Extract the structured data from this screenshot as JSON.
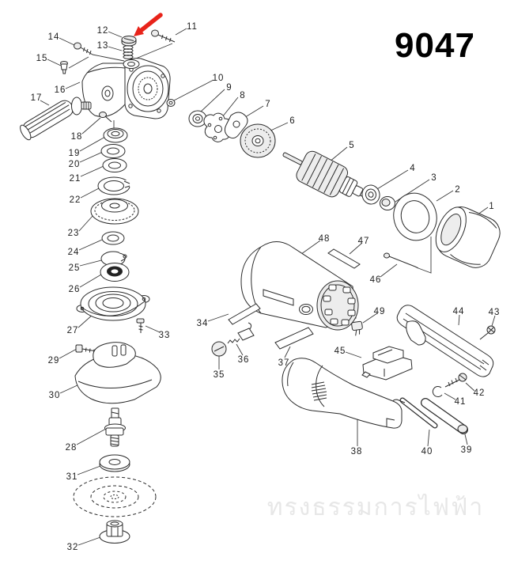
{
  "header": {
    "model": "9047"
  },
  "watermark": {
    "text": "ทรงธรรมการไฟฟ้า"
  },
  "annotation": {
    "arrow_points_to_part": "12",
    "arrow_color": "#e8231a"
  },
  "colors": {
    "line_art": "#2b2b2b",
    "label_text": "#1d1d1d",
    "watermark_gray": "#e7e7e7"
  },
  "parts": [
    {
      "num": "1"
    },
    {
      "num": "2"
    },
    {
      "num": "3"
    },
    {
      "num": "4"
    },
    {
      "num": "5"
    },
    {
      "num": "6"
    },
    {
      "num": "7"
    },
    {
      "num": "8"
    },
    {
      "num": "9"
    },
    {
      "num": "10"
    },
    {
      "num": "11"
    },
    {
      "num": "12"
    },
    {
      "num": "13"
    },
    {
      "num": "14"
    },
    {
      "num": "15"
    },
    {
      "num": "16"
    },
    {
      "num": "17"
    },
    {
      "num": "18"
    },
    {
      "num": "19"
    },
    {
      "num": "20"
    },
    {
      "num": "21"
    },
    {
      "num": "22"
    },
    {
      "num": "23"
    },
    {
      "num": "24"
    },
    {
      "num": "25"
    },
    {
      "num": "26"
    },
    {
      "num": "27"
    },
    {
      "num": "28"
    },
    {
      "num": "29"
    },
    {
      "num": "30"
    },
    {
      "num": "31"
    },
    {
      "num": "32"
    },
    {
      "num": "33"
    },
    {
      "num": "34"
    },
    {
      "num": "35"
    },
    {
      "num": "36"
    },
    {
      "num": "37"
    },
    {
      "num": "38"
    },
    {
      "num": "39"
    },
    {
      "num": "40"
    },
    {
      "num": "41"
    },
    {
      "num": "42"
    },
    {
      "num": "43"
    },
    {
      "num": "44"
    },
    {
      "num": "45"
    },
    {
      "num": "46"
    },
    {
      "num": "47"
    },
    {
      "num": "48"
    },
    {
      "num": "49"
    }
  ]
}
